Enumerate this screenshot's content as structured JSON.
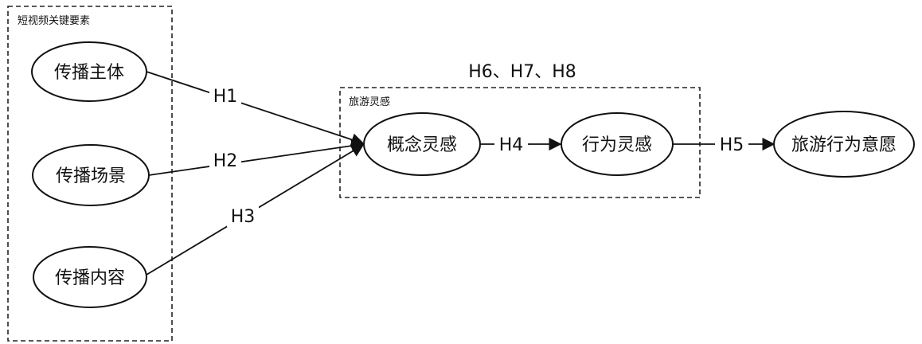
{
  "groups": {
    "short_video": {
      "label": "短视频关键要素"
    },
    "travel_inspiration": {
      "label": "旅游灵感"
    }
  },
  "hypotheses_label": "H6、H7、H8",
  "nodes": {
    "subject": "传播主体",
    "scene": "传播场景",
    "content": "传播内容",
    "concept": "概念灵感",
    "behavior": "行为灵感",
    "intention": "旅游行为意愿"
  },
  "edges": {
    "h1": "H1",
    "h2": "H2",
    "h3": "H3",
    "h4": "H4",
    "h5": "H5"
  }
}
